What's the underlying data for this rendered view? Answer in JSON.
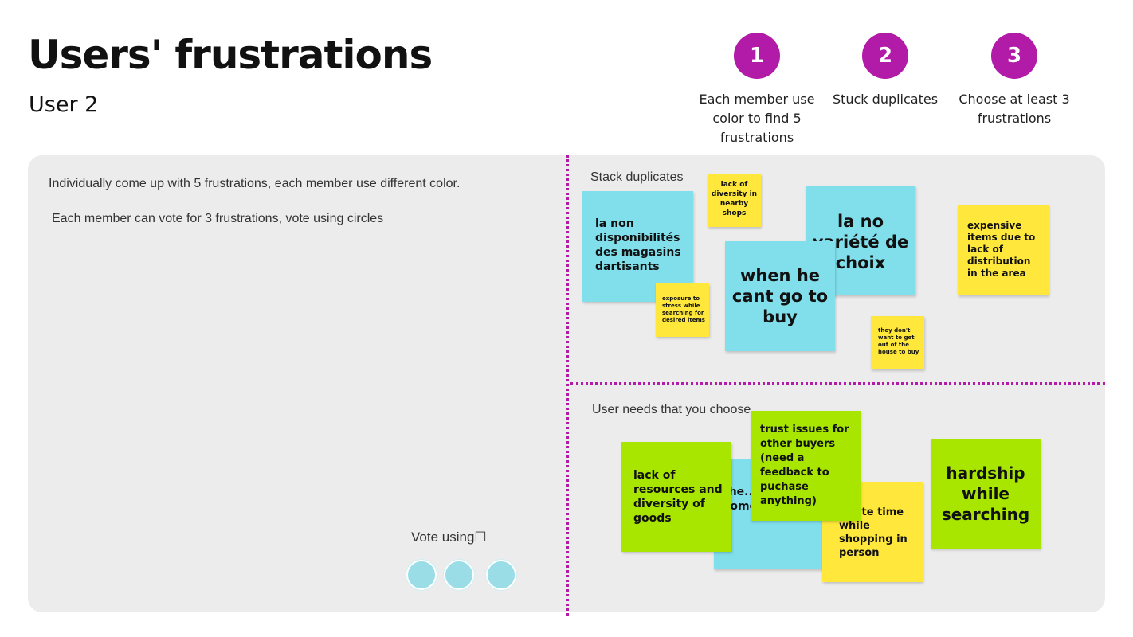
{
  "header": {
    "title": "Users' frustrations",
    "subtitle": "User 2"
  },
  "steps": [
    {
      "number": "1",
      "text": "Each member use color to find 5 frustrations"
    },
    {
      "number": "2",
      "text": "Stuck duplicates"
    },
    {
      "number": "3",
      "text": "Choose at least 3 frustrations"
    }
  ],
  "instructions": {
    "line1": "Individually come up with 5 frustrations, each member use different color.",
    "line2": "Each member can vote for 3 frustrations, vote using circles"
  },
  "vote": {
    "label": "Vote using☐",
    "circle_color": "#9adde6"
  },
  "sections": {
    "duplicates_label": "Stack duplicates",
    "needs_label": "User needs that you choose"
  },
  "duplicates_notes": [
    {
      "text": "la non disponibilités des magasins dartisants",
      "color": "blue"
    },
    {
      "text": "lack of diversity in nearby shops",
      "color": "yellow"
    },
    {
      "text": "la no variété de choix",
      "color": "blue"
    },
    {
      "text": "when he cant go to buy",
      "color": "blue"
    },
    {
      "text": "exposure to stress while searching for desired items",
      "color": "yellow"
    },
    {
      "text": "expensive items due to lack of distribution in the area",
      "color": "yellow"
    },
    {
      "text": "they don't want to get out of the house to buy",
      "color": "yellow"
    }
  ],
  "needs_notes": [
    {
      "text": "the... so e... n some places",
      "color": "blue"
    },
    {
      "text": "lack of resources and diversity of goods",
      "color": "green"
    },
    {
      "text": "waste time while shopping in person",
      "color": "yellow"
    },
    {
      "text": "trust issues for other buyers (need a feedback to puchase anything)",
      "color": "green"
    },
    {
      "text": "hardship while searching",
      "color": "green"
    }
  ],
  "colors": {
    "accent": "#b21aa8",
    "blue_note": "#80dfeb",
    "yellow_note": "#ffe83b",
    "green_note": "#a8e600",
    "board": "#ececec"
  }
}
